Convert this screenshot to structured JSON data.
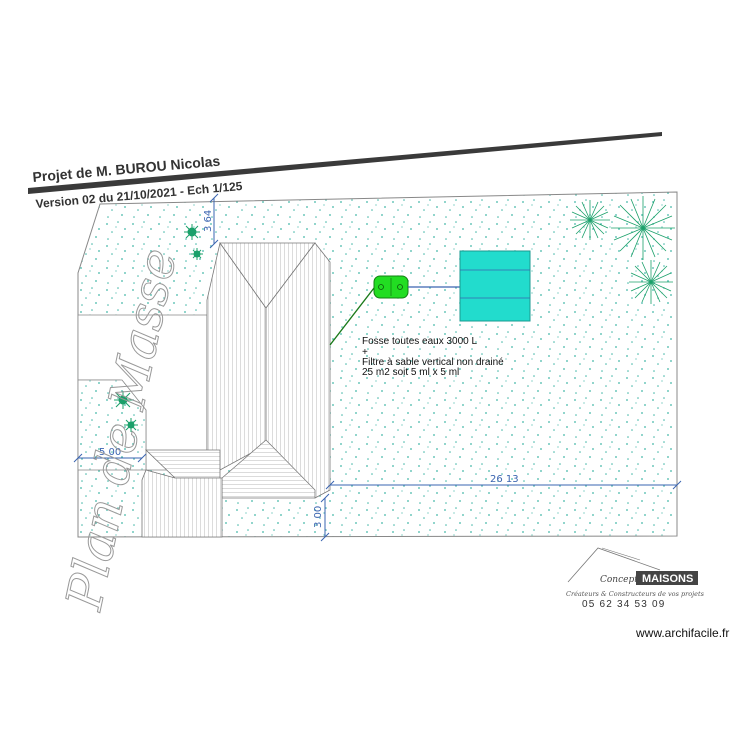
{
  "header": {
    "project_title": "Projet de M. BUROU Nicolas",
    "version_line": "Version 02 du 21/10/2021 - Ech 1/125"
  },
  "side_title": "Plan de Masse",
  "dimensions": {
    "top": "3 64",
    "left": "5 00",
    "length": "26 13",
    "bottom": "3 00"
  },
  "annotation": {
    "line1": "Fosse toutes eaux 3000 L",
    "line2": "+",
    "line3": "Filtre à sable vertical non drainé",
    "line4": "25 m2 soit 5 ml x 5 ml"
  },
  "logo": {
    "brand_small": "Concept",
    "brand_main": "MAISONS",
    "tagline": "Créateurs & Constructeurs de vos projets",
    "phone": "05 62 34 53 09"
  },
  "watermark": "www.archifacile.fr",
  "colors": {
    "grass_dot": "#43b7a8",
    "filter": "#22dccd",
    "tank": "#22dd22",
    "header_band": "#3a3a3a",
    "dim_line": "#3a64b0",
    "drain_line": "#1a7a1a"
  }
}
